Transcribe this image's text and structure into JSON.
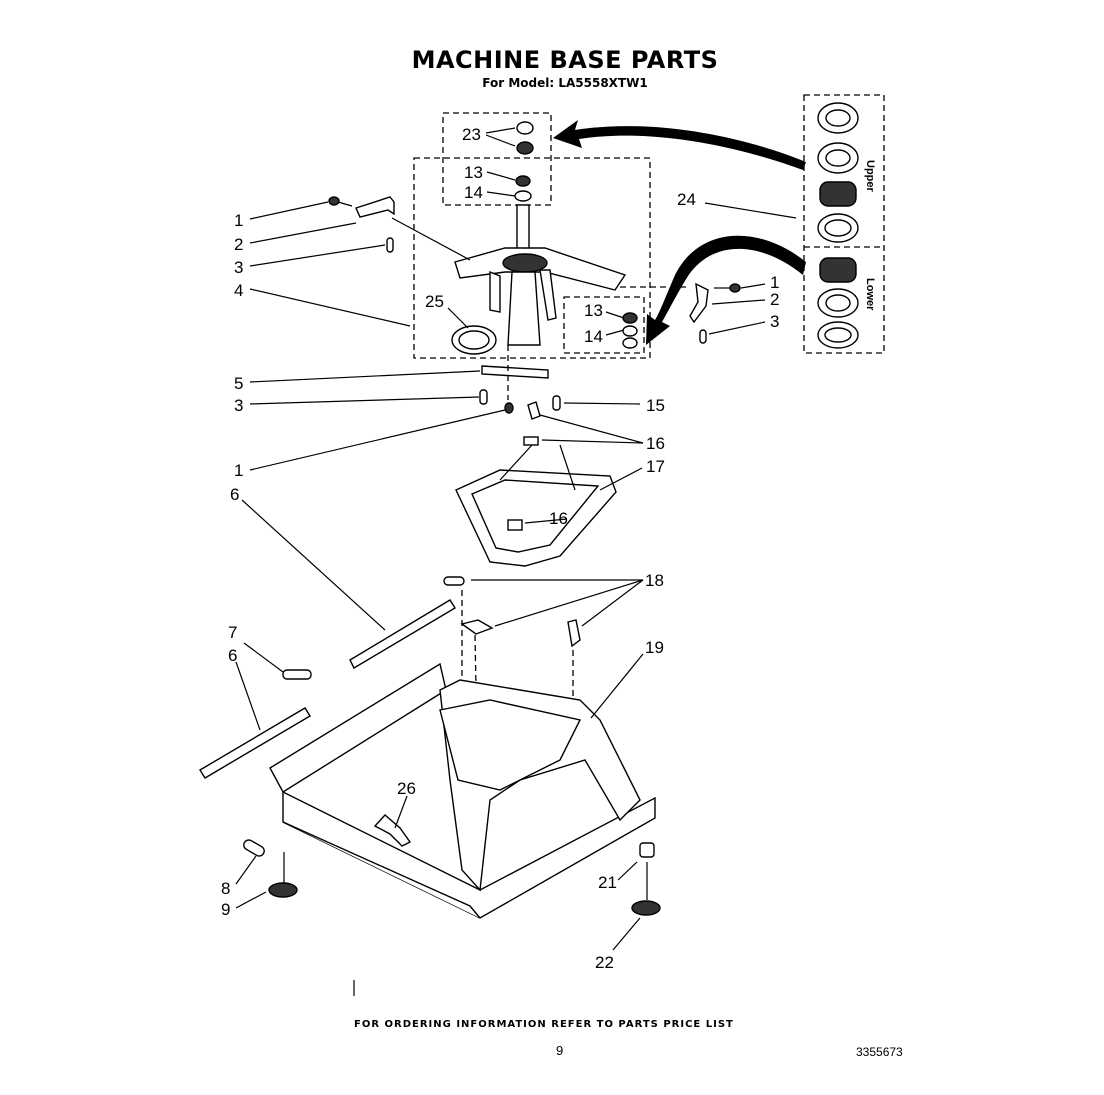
{
  "header": {
    "title": "MACHINE BASE PARTS",
    "subtitle": "For Model: LA5558XTW1"
  },
  "side_panel": {
    "upper_label": "Upper",
    "lower_label": "Lower"
  },
  "callouts": {
    "c23": "23",
    "c13a": "13",
    "c14a": "14",
    "c24": "24",
    "c1a": "1",
    "c2a": "2",
    "c3a": "3",
    "c4": "4",
    "c25": "25",
    "c13b": "13",
    "c14b": "14",
    "c1b": "1",
    "c2b": "2",
    "c3b": "3",
    "c5": "5",
    "c3c": "3",
    "c15": "15",
    "c1c": "1",
    "c16a": "16",
    "c17": "17",
    "c6a": "6",
    "c16b": "16",
    "c18": "18",
    "c7": "7",
    "c6b": "6",
    "c19": "19",
    "c26": "26",
    "c8": "8",
    "c9": "9",
    "c21": "21",
    "c22": "22"
  },
  "footer": {
    "ordering_note": "FOR ORDERING INFORMATION REFER TO PARTS PRICE LIST",
    "page_number": "9",
    "doc_number": "3355673"
  }
}
